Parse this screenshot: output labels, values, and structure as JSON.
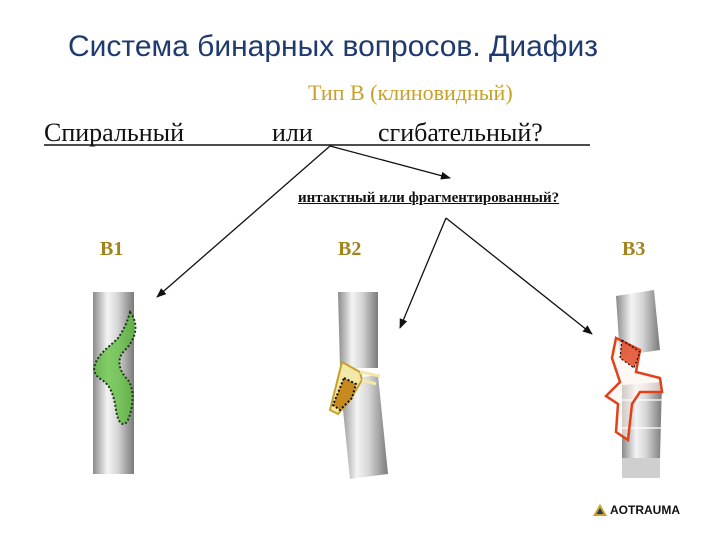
{
  "title": "Система бинарных вопросов. Диафиз",
  "subtitle": "Тип В (клиновидный)",
  "question1": {
    "left": "Спиральный",
    "middle": "или",
    "right": "сгибательный?"
  },
  "question2": "интактный или фрагментированный?",
  "labels": {
    "b1": "B1",
    "b2": "B2",
    "b3": "B3"
  },
  "logo": {
    "text": "AOTRAUMA",
    "icon": "ao-triangle-icon"
  },
  "colors": {
    "title": "#1f3a6e",
    "subtitle": "#c8a028",
    "labels": "#a0841c",
    "b1_fragment": "#5cbf3a",
    "b2_fragment": "#c88a1e",
    "b3_fragment": "#e0401a"
  }
}
